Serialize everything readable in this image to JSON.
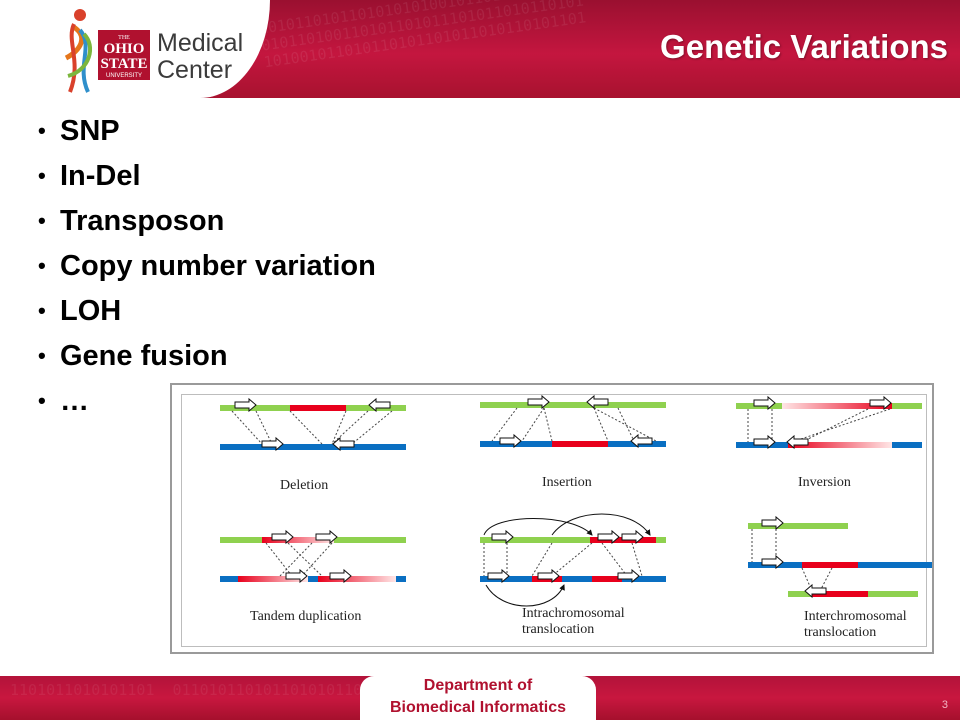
{
  "header": {
    "logo_box_text": "THE OHIO STATE UNIVERSITY",
    "logo_text_line1": "Medical",
    "logo_text_line2": "Center",
    "title": "Genetic Variations"
  },
  "bullets": [
    "SNP",
    "In-Del",
    "Transposon",
    "Copy number variation",
    "LOH",
    "Gene fusion",
    "…"
  ],
  "figure": {
    "labels": {
      "deletion": "Deletion",
      "insertion": "Insertion",
      "inversion": "Inversion",
      "tandem": "Tandem duplication",
      "intra_line1": "Intrachromosomal",
      "intra_line2": "translocation",
      "inter_line1": "Interchromosomal",
      "inter_line2": "translocation"
    },
    "colors": {
      "green": "#8fd14f",
      "blue": "#0a6fc2",
      "red": "#e8001c"
    }
  },
  "footer": {
    "dept_line1": "Department of",
    "dept_line2": "Biomedical Informatics",
    "slide_number": "3"
  }
}
